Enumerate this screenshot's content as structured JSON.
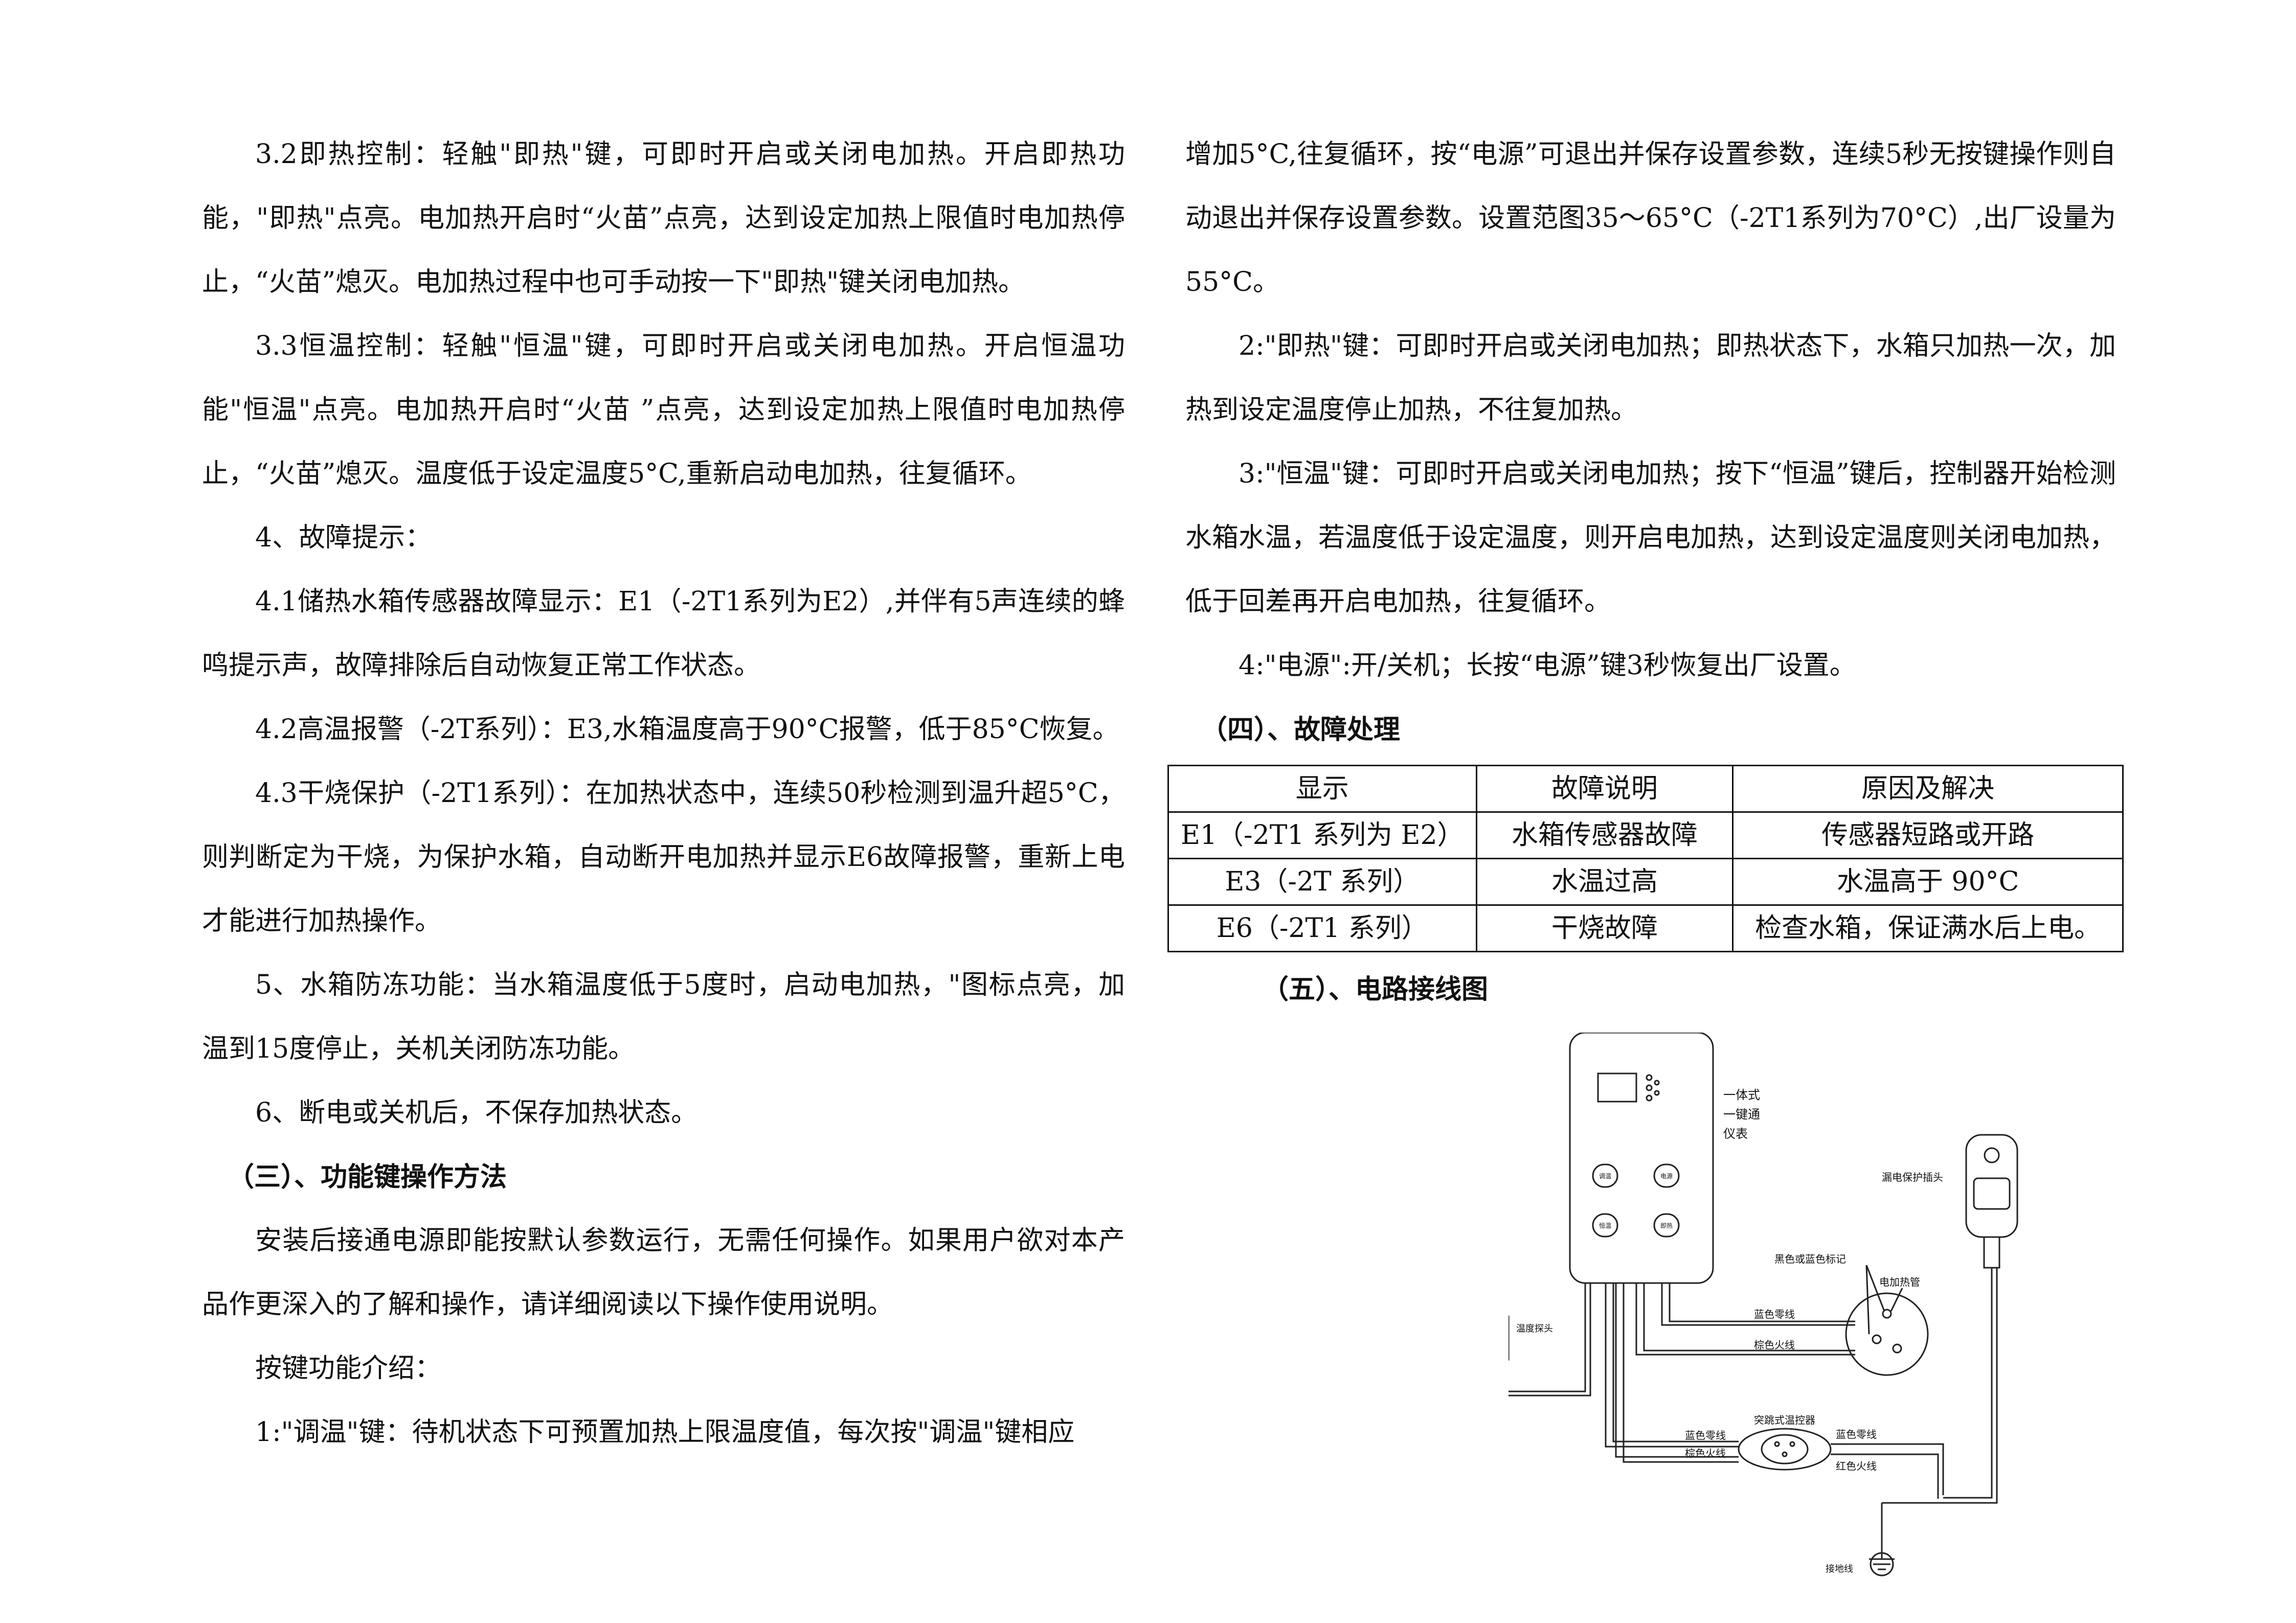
{
  "left": {
    "p1": "3.2即热控制：轻触\"即热\"键，可即时开启或关闭电加热。开启即热功能，\"即热\"点亮。电加热开启时“火苗”点亮，达到设定加热上限值时电加热停止，“火苗”熄灭。电加热过程中也可手动按一下\"即热\"键关闭电加热。",
    "p2": "3.3恒温控制：轻触\"恒温\"键，可即时开启或关闭电加热。开启恒温功能\"恒温\"点亮。电加热开启时“火苗 ”点亮，达到设定加热上限值时电加热停止，“火苗”熄灭。温度低于设定温度5°C,重新启动电加热，往复循环。",
    "p3": "4、故障提示：",
    "p4": "4.1储热水箱传感器故障显示：E1（-2T1系列为E2）,并伴有5声连续的蜂鸣提示声，故障排除后自动恢复正常工作状态。",
    "p5": "4.2高温报警（-2T系列）：E3,水箱温度高于90°C报警，低于85°C恢复。",
    "p6": "4.3干烧保护（-2T1系列）：在加热状态中，连续50秒检测到温升超5°C，则判断定为干烧，为保护水箱，自动断开电加热并显示E6故障报警，重新上电才能进行加热操作。",
    "p7": "5、水箱防冻功能：当水箱温度低于5度时，启动电加热，\"图标点亮，加温到15度停止，关机关闭防冻功能。",
    "p8": "6、断电或关机后，不保存加热状态。",
    "h3": "（三）、功能键操作方法",
    "p9": "安装后接通电源即能按默认参数运行，无需任何操作。如果用户欲对本产品作更深入的了解和操作，请详细阅读以下操作使用说明。",
    "p10": "按键功能介绍：",
    "p11": "1:\"调温\"键：待机状态下可预置加热上限温度值，每次按\"调温\"键相应"
  },
  "right": {
    "p1": "增加5°C,往复循环，按“电源”可退出并保存设置参数，连续5秒无按键操作则自动退出并保存设置参数。设置范图35～65°C（-2T1系列为70°C）,出厂设量为55°C。",
    "p2": "2:\"即热\"键：可即时开启或关闭电加热；即热状态下，水箱只加热一次，加热到设定温度停止加热，不往复加热。",
    "p3": "3:\"恒温\"键：可即时开启或关闭电加热；按下“恒温”键后，控制器开始检测水箱水温，若温度低于设定温度，则开启电加热，达到设定温度则关闭电加热，低于回差再开启电加热，往复循环。",
    "p4": "4:\"电源\":开/关机；长按“电源”键3秒恢复出厂设置。",
    "h4": "（四）、故障处理",
    "table": {
      "header": [
        "显示",
        "故障说明",
        "原因及解决"
      ],
      "rows": [
        [
          "E1（-2T1 系列为 E2）",
          "水箱传感器故障",
          "传感器短路或开路"
        ],
        [
          "E3（-2T 系列）",
          "水温过高",
          "水温高于 90°C"
        ],
        [
          "E6（-2T1 系列）",
          "干烧故障",
          "检查水箱，保证满水后上电。"
        ]
      ]
    },
    "h5": "（五）、电路接线图"
  },
  "diagram": {
    "meter_label_1": "一体式",
    "meter_label_2": "一键通",
    "meter_label_3": "仪表",
    "leak_plug": "漏电保护插头",
    "mark": "黑色或蓝色标记",
    "heater": "电加热管",
    "blue_neutral": "蓝色零线",
    "brown_live": "棕色火线",
    "probe": "温度探头",
    "thermostat": "突跳式温控器",
    "blue_neutral_2": "蓝色零线",
    "brown_live_2": "棕色火线",
    "blue_neutral_3": "蓝色零线",
    "red_live": "红色火线",
    "ground": "接地线",
    "btn_1": "调温",
    "btn_2": "电源",
    "btn_3": "恒温",
    "btn_4": "即热"
  }
}
